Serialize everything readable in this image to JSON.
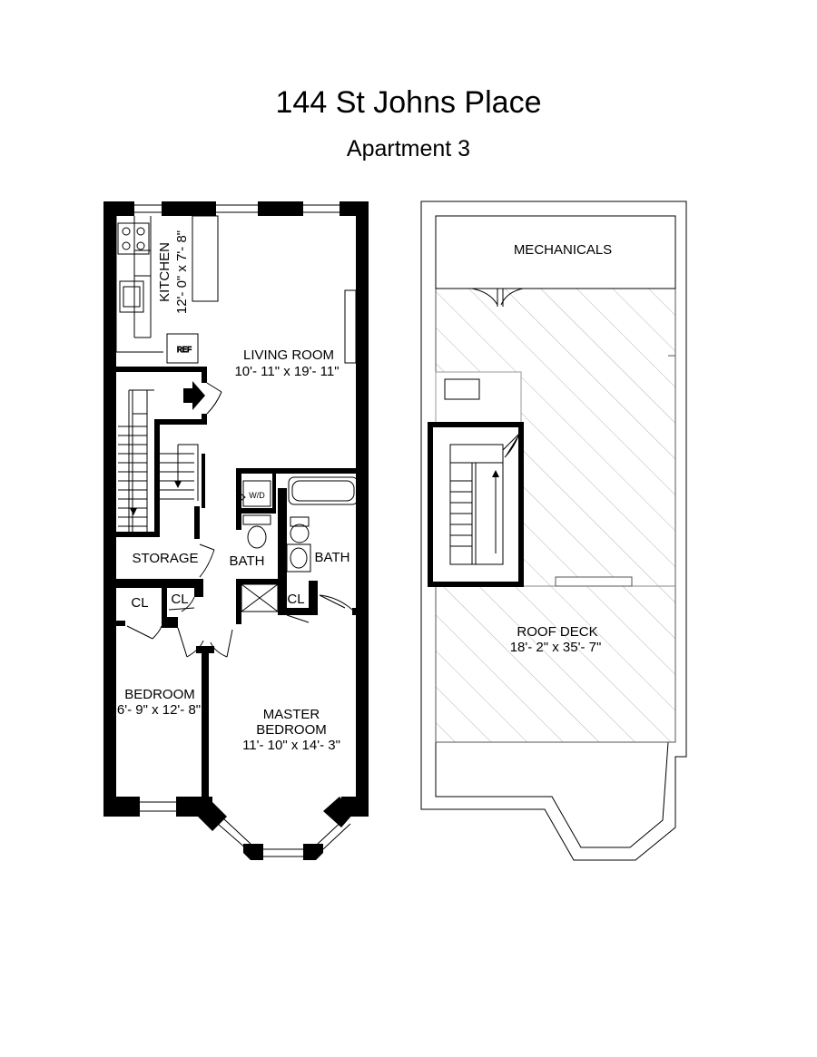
{
  "header": {
    "title": "144 St Johns Place",
    "subtitle": "Apartment 3"
  },
  "rooms": {
    "kitchen": {
      "name": "KITCHEN",
      "dims": "12'- 0\" x 7'- 8\""
    },
    "living_room": {
      "name": "LIVING ROOM",
      "dims": "10'- 11\" x 19'- 11\""
    },
    "storage": {
      "name": "STORAGE"
    },
    "bath_left": {
      "name": "BATH"
    },
    "bath_right": {
      "name": "BATH"
    },
    "wd": {
      "name": "W/D"
    },
    "closet_1": {
      "name": "CL"
    },
    "closet_2": {
      "name": "CL"
    },
    "closet_3": {
      "name": "CL"
    },
    "bedroom": {
      "name": "BEDROOM",
      "dims": "6'- 9\" x 12'- 8\""
    },
    "master_bedroom": {
      "name_line1": "MASTER",
      "name_line2": "BEDROOM",
      "dims": "11'- 10\" x 14'- 3\""
    },
    "mechanicals": {
      "name": "MECHANICALS"
    },
    "roof_deck": {
      "name": "ROOF DECK",
      "dims": "18'- 2\" x 35'- 7\""
    }
  },
  "colors": {
    "wall": "#000000",
    "hatch": "#b5b5b5",
    "thin_line": "#555555"
  }
}
